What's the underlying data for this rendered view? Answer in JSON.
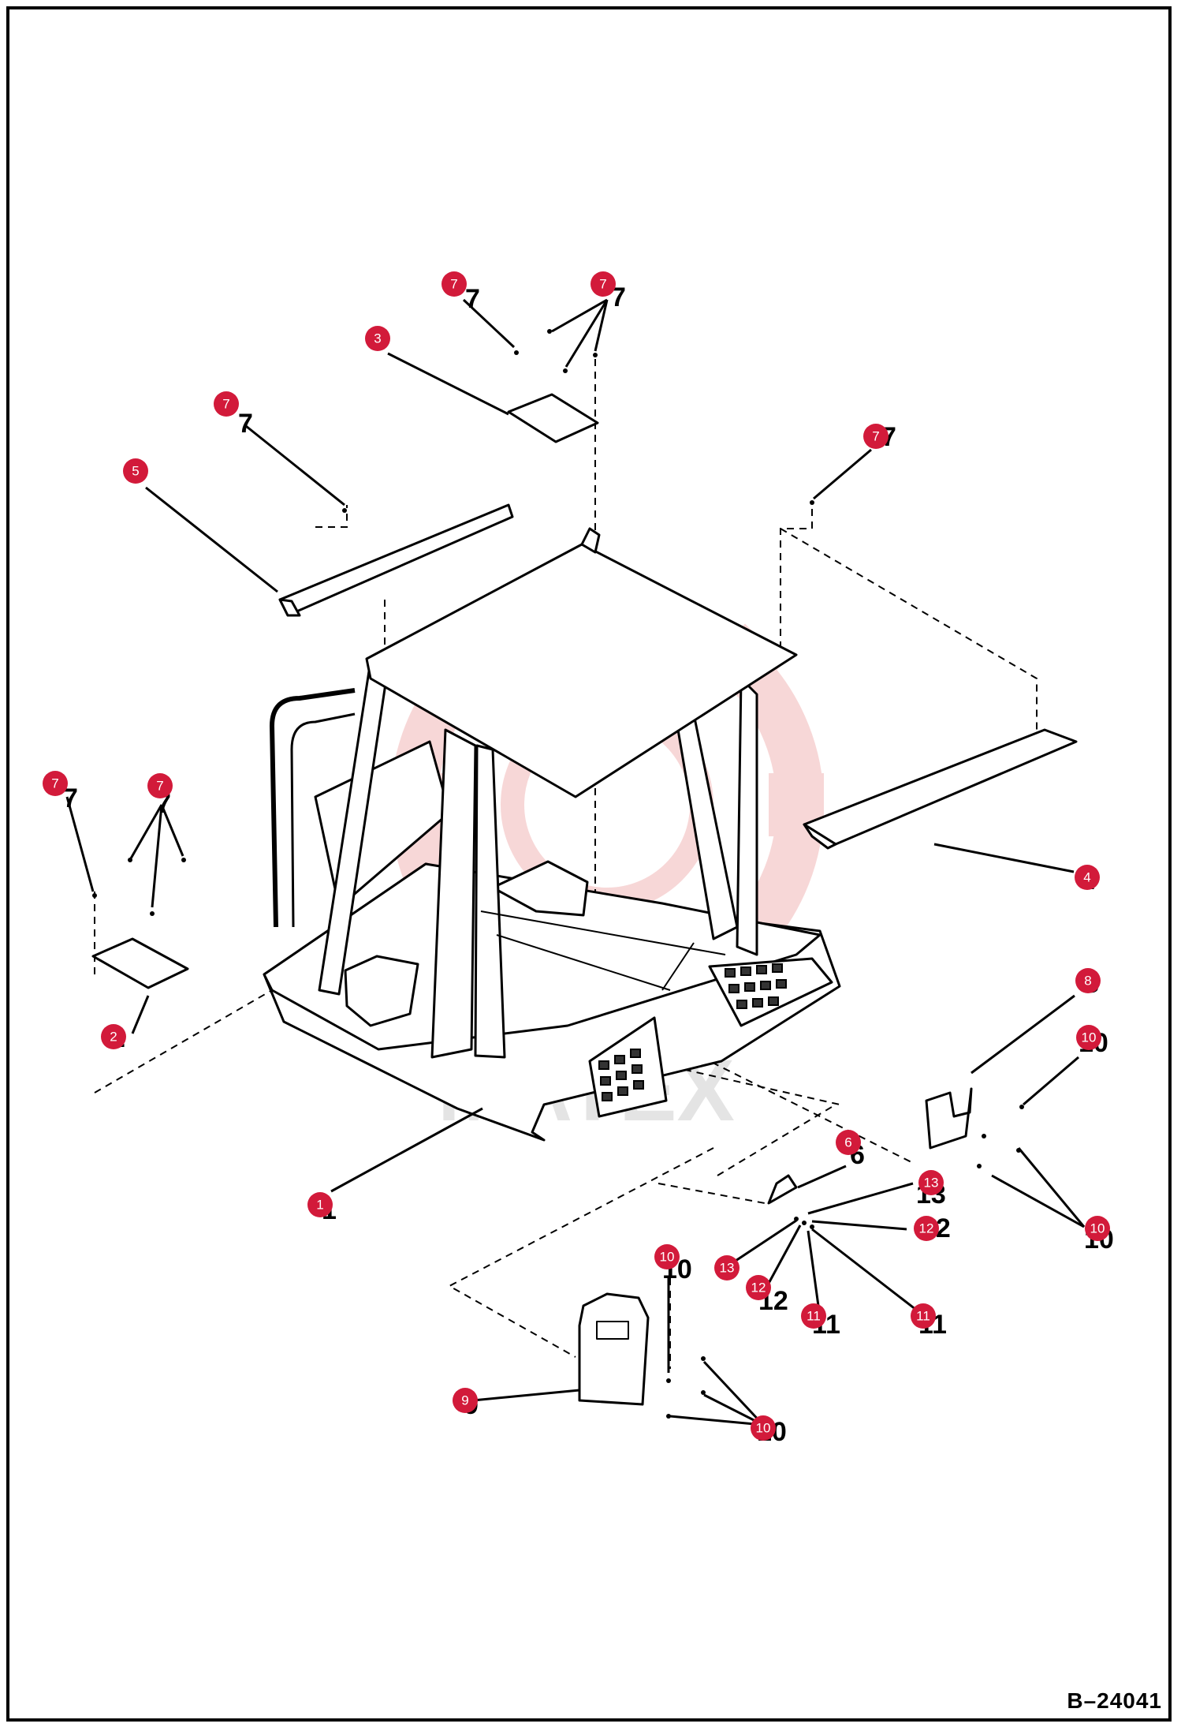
{
  "figure_id": "B–24041",
  "watermark": {
    "text": "MATEX"
  },
  "colors": {
    "callout": "#d21a3a",
    "line": "#000000",
    "watermark": "#f2b8b8"
  },
  "callouts": [
    "7",
    "7",
    "3",
    "7",
    "5",
    "7",
    "7",
    "7",
    "4",
    "8",
    "10",
    "2",
    "6",
    "13",
    "12",
    "10",
    "13",
    "12",
    "11",
    "11",
    "1",
    "10",
    "9",
    "10"
  ],
  "ghost_labels": [
    "7",
    "7",
    "7",
    "7",
    "7",
    "7",
    "4",
    "8",
    "10",
    "2",
    "6",
    "13",
    "12",
    "10",
    "12",
    "11",
    "11",
    "1",
    "10",
    "9",
    "10"
  ]
}
